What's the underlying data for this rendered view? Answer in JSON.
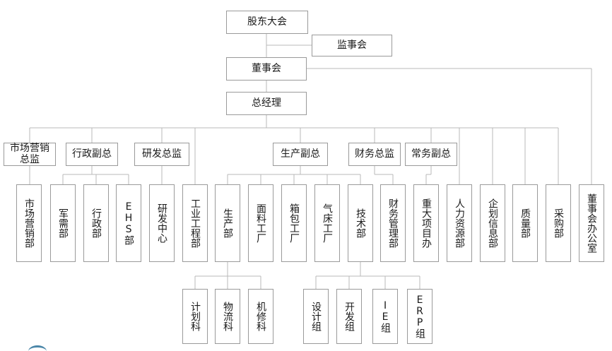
{
  "nodes": {
    "shareholders": "股东大会",
    "supervisory": "监事会",
    "board": "董事会",
    "gm": "总经理",
    "marketing_director": "市场营销\n总监",
    "admin_vp": "行政副总",
    "rd_director": "研发总监",
    "production_vp": "生产副总",
    "finance_director": "财务总监",
    "executive_vp": "常务副总",
    "dept_marketing": "市场营销部",
    "dept_military": "军需部",
    "dept_admin": "行政部",
    "dept_ehs": "EHS部",
    "dept_rd_center": "研发中心",
    "dept_ie": "工业工程部",
    "dept_production": "生产部",
    "dept_fabric_factory": "面料工厂",
    "dept_bag_factory": "箱包工厂",
    "dept_bed_factory": "气床工厂",
    "dept_tech": "技术部",
    "dept_finance": "财务管理部",
    "dept_major_projects": "重大项目办",
    "dept_hr": "人力资源部",
    "dept_it": "企划信息部",
    "dept_quality": "质量部",
    "dept_purchasing": "采购部",
    "dept_board_office": "董事会办公室",
    "sec_planning": "计划科",
    "sec_logistics": "物流科",
    "sec_maintenance": "机修科",
    "grp_design": "设计组",
    "grp_development": "开发组",
    "grp_ie": "IE组",
    "grp_erp": "ERP组"
  }
}
